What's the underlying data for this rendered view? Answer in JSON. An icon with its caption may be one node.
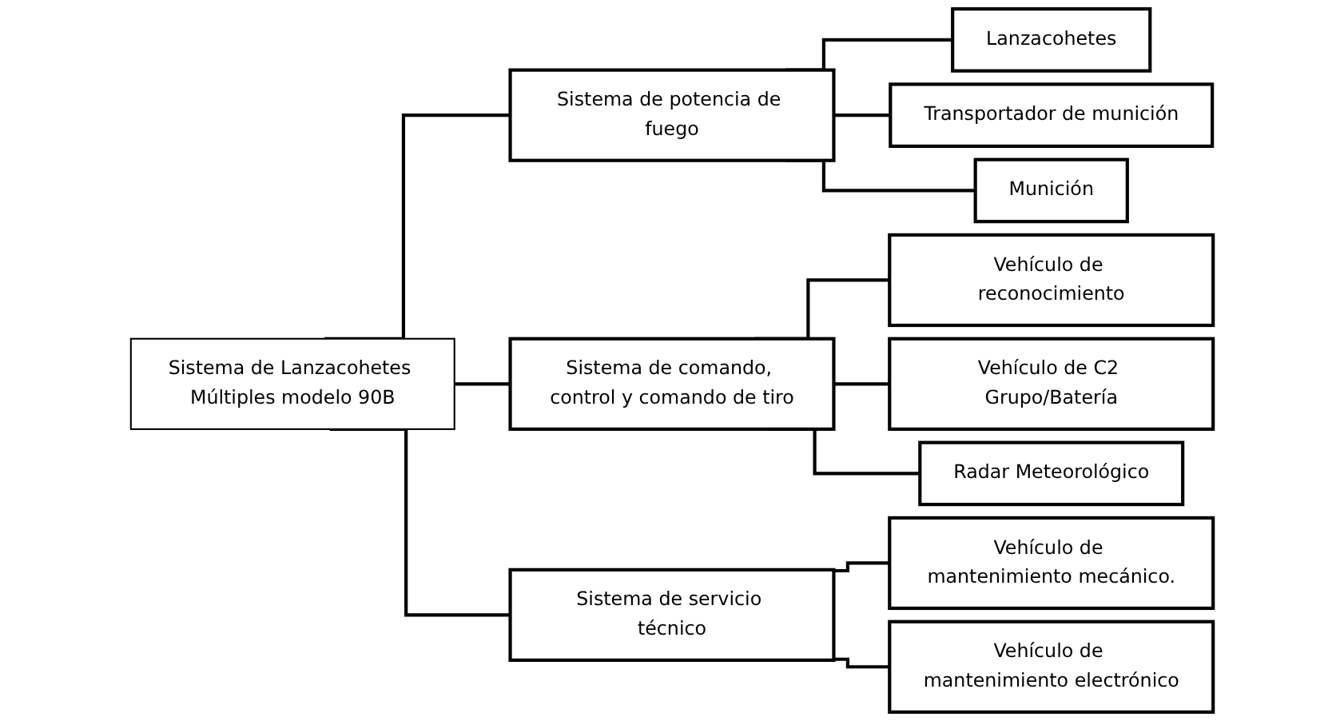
{
  "diagram": {
    "nodes": [
      {
        "text": [
          "Sistema de Lanzacohetes Múltiples modelo 90B"
        ]
      },
      {
        "text": [
          "Sistema de potencia de fuego"
        ]
      },
      {
        "text": [
          "Lanzacohetes"
        ]
      },
      {
        "text": [
          "Transportador de munición"
        ]
      },
      {
        "text": [
          "Munición"
        ]
      },
      {
        "text": [
          "Sistema de comando, control y comando de tiro"
        ]
      },
      {
        "text": [
          "Vehículo de reconocimiento"
        ]
      },
      {
        "text": [
          "Vehículo de C2 Grupo/Batería"
        ]
      },
      {
        "text": [
          "Radar Meteorológico"
        ]
      },
      {
        "text": [
          "Sistema de servicio técnico"
        ]
      },
      {
        "text": [
          "Vehículo de mantenimiento mecánico."
        ]
      },
      {
        "text": [
          "Vehículo de mantenimiento electrónico"
        ]
      }
    ],
    "edges": [
      {
        "from": 0,
        "to": 1,
        "arrow": "none"
      },
      {
        "from": 0,
        "to": 5,
        "arrow": "none"
      },
      {
        "from": 0,
        "to": 9,
        "arrow": "none"
      },
      {
        "from": 1,
        "to": 2,
        "arrow": "none"
      },
      {
        "from": 1,
        "to": 3,
        "arrow": "none"
      },
      {
        "from": 1,
        "to": 4,
        "arrow": "none"
      },
      {
        "from": 5,
        "to": 6,
        "arrow": "none"
      },
      {
        "from": 5,
        "to": 7,
        "arrow": "none"
      },
      {
        "from": 5,
        "to": 8,
        "arrow": "none"
      },
      {
        "from": 9,
        "to": 10,
        "arrow": "none"
      },
      {
        "from": 9,
        "to": 11,
        "arrow": "none"
      }
    ]
  }
}
